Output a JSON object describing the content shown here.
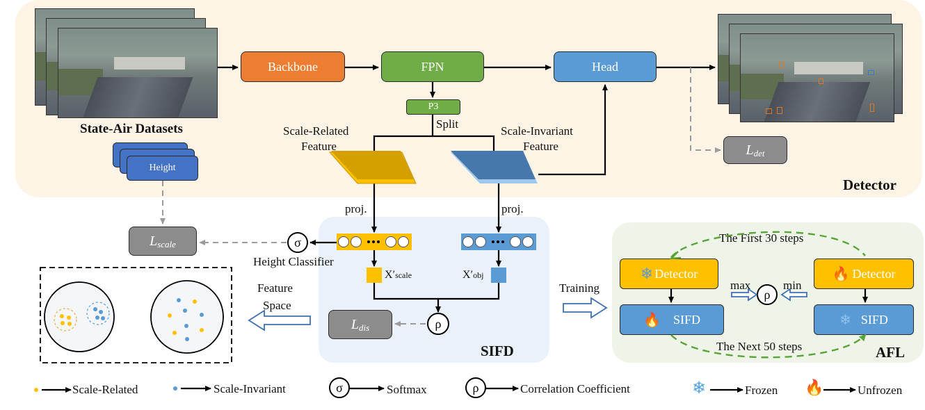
{
  "detector_panel": {
    "label": "Detector"
  },
  "sifd_panel": {
    "label": "SIFD"
  },
  "afl_panel": {
    "label": "AFL"
  },
  "dataset": {
    "label": "State-Air Datasets",
    "height_label": "Height"
  },
  "pipeline": {
    "backbone": "Backbone",
    "fpn": "FPN",
    "head": "Head",
    "p3": "P3",
    "split": "Split"
  },
  "features": {
    "scale_related_l1": "Scale-Related",
    "scale_related_l2": "Feature",
    "scale_invariant_l1": "Scale-Invariant",
    "scale_invariant_l2": "Feature"
  },
  "losses": {
    "det": "L",
    "det_sub": "det",
    "scale": "L",
    "scale_sub": "scale",
    "dis": "L",
    "dis_sub": "dis"
  },
  "sifd": {
    "proj_left": "proj.",
    "proj_right": "proj.",
    "x_scale": "X",
    "x_scale_sub": "scale",
    "x_obj": "X",
    "x_obj_sub": "obj",
    "prime": "′",
    "height_classifier": "Height Classifier",
    "sigma": "σ",
    "rho": "ρ",
    "feature_space_l1": "Feature",
    "feature_space_l2": "Space"
  },
  "afl": {
    "training": "Training",
    "detector_left": "Detector",
    "detector_right": "Detector",
    "sifd_left": "SIFD",
    "sifd_right": "SIFD",
    "max": "max",
    "min": "min",
    "first_steps": "The First 30 steps",
    "next_steps": "The Next 50 steps"
  },
  "legend": {
    "scale_related": "Scale-Related",
    "scale_invariant": "Scale-Invariant",
    "softmax": "Softmax",
    "correlation": "Correlation Coefficient",
    "frozen": "Frozen",
    "unfrozen": "Unfrozen"
  },
  "colors": {
    "orange": "#ed7d31",
    "green": "#70ad47",
    "blue": "#5b9bd5",
    "yellow": "#ffc000",
    "gray": "#8c8c8c",
    "detector_bg": "#fdf4e6",
    "sifd_bg": "#eaf1fa",
    "afl_bg": "#eef4e8"
  },
  "icons": [
    "snowflake-icon",
    "flame-icon",
    "sigma-icon",
    "rho-icon"
  ]
}
